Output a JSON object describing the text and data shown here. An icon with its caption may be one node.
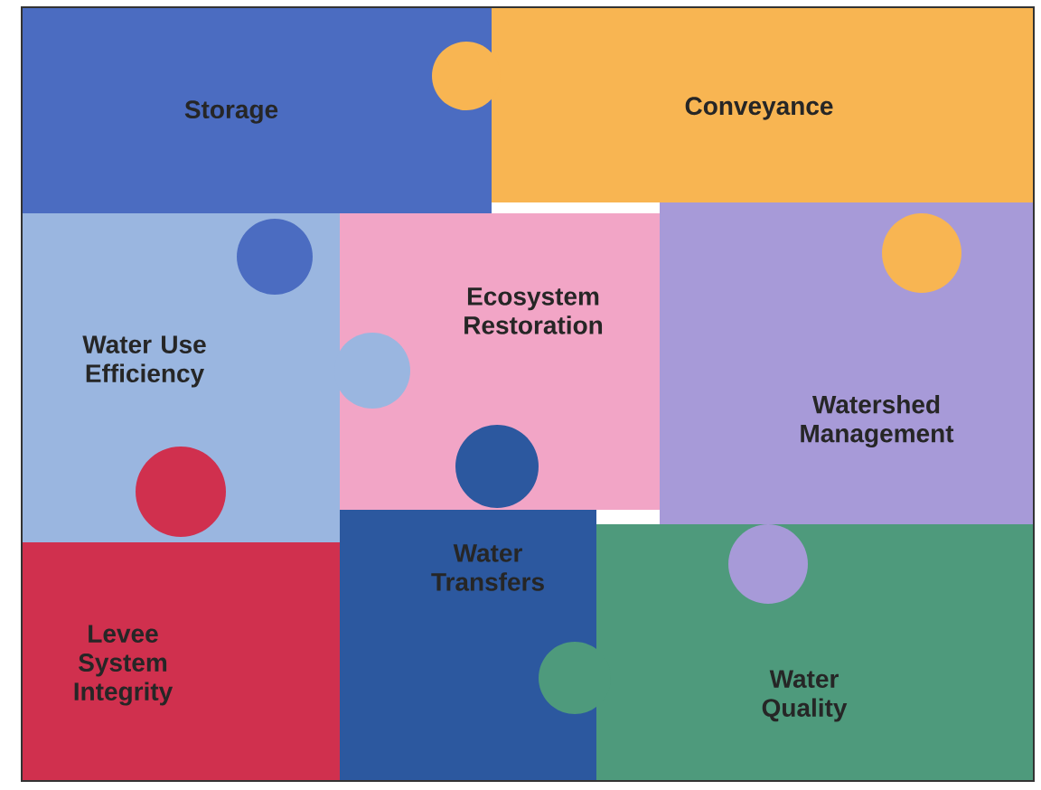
{
  "diagram": {
    "nodes": [
      {
        "text": [
          "Storage"
        ]
      },
      {
        "text": [
          "Conveyance"
        ]
      },
      {
        "text": [
          "Water Use Efficiency"
        ]
      },
      {
        "text": [
          "Ecosystem Restoration"
        ]
      },
      {
        "text": [
          "Watershed Management"
        ]
      },
      {
        "text": [
          "Levee System Integrity"
        ]
      },
      {
        "text": [
          "Water Transfers"
        ]
      },
      {
        "text": [
          "Water Quality"
        ]
      }
    ]
  }
}
